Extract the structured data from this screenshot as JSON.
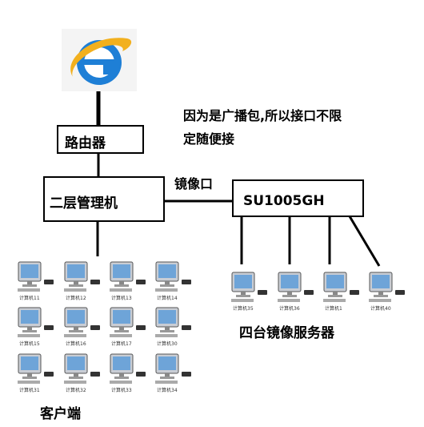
{
  "nodes": {
    "router": "路由器",
    "switch": "二层管理机",
    "server_switch": "SU1005GH"
  },
  "labels": {
    "mirror_port": "镜像口",
    "note_line1": "因为是广播包,所以接口不限",
    "note_line2": "定随便接",
    "servers_caption": "四台镜像服务器",
    "clients_caption": "客户端"
  },
  "clients": [
    "计算机11",
    "计算机12",
    "计算机13",
    "计算机14",
    "计算机15",
    "计算机16",
    "计算机17",
    "计算机30",
    "计算机31",
    "计算机32",
    "计算机33",
    "计算机34"
  ],
  "servers": [
    "计算机35",
    "计算机36",
    "计算机1",
    "计算机40"
  ],
  "icons": {
    "browser": "internet-explorer-icon",
    "computer": "desktop-computer-icon"
  },
  "colors": {
    "ie_blue": "#1e7fd6",
    "ie_ring": "#f2b01e",
    "line": "#000000"
  }
}
